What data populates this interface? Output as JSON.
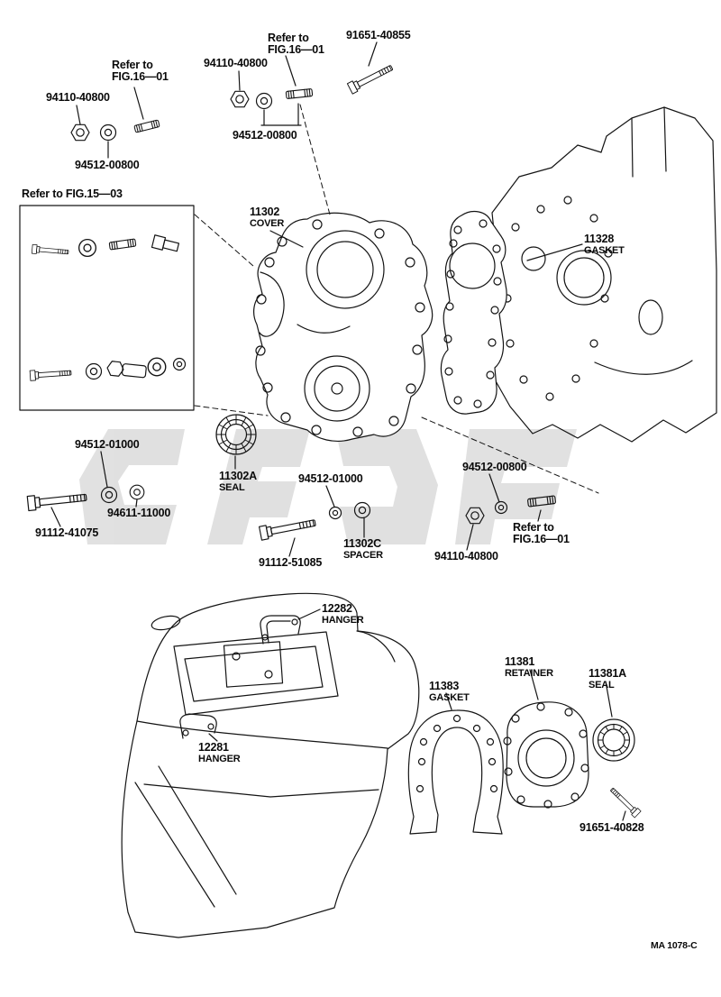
{
  "diagram": {
    "footer_code": "MA 1078-C",
    "colors": {
      "ink": "#141414",
      "watermark": "#c8c8c8"
    }
  },
  "callouts": {
    "fig16_a": {
      "l1": "Refer to",
      "l2": "FIG.16—01"
    },
    "p91651_40855": {
      "l1": "91651-40855"
    },
    "p94110_40800_a": {
      "l1": "94110-40800"
    },
    "fig16_b": {
      "l1": "Refer to",
      "l2": "FIG.16—01"
    },
    "p94110_40800_b": {
      "l1": "94110-40800"
    },
    "p94512_00800_a": {
      "l1": "94512-00800"
    },
    "p94512_00800_b": {
      "l1": "94512-00800"
    },
    "refer_fig15": {
      "l1": "Refer to FIG.15—03"
    },
    "p11302": {
      "l1": "11302",
      "l2": "COVER"
    },
    "p11328": {
      "l1": "11328",
      "l2": "GASKET"
    },
    "p94512_01000_a": {
      "l1": "94512-01000"
    },
    "p11302a": {
      "l1": "11302A",
      "l2": "SEAL"
    },
    "p94512_01000_b": {
      "l1": "94512-01000"
    },
    "p94512_00800_c": {
      "l1": "94512-00800"
    },
    "p94611_11000": {
      "l1": "94611-11000"
    },
    "p91112_41075": {
      "l1": "91112-41075"
    },
    "fig16_c": {
      "l1": "Refer to",
      "l2": "FIG.16—01"
    },
    "p11302c": {
      "l1": "11302C",
      "l2": "SPACER"
    },
    "p91112_51085": {
      "l1": "91112-51085"
    },
    "p94110_40800_c": {
      "l1": "94110-40800"
    },
    "p12282": {
      "l1": "12282",
      "l2": "HANGER"
    },
    "p12281": {
      "l1": "12281",
      "l2": "HANGER"
    },
    "p11383": {
      "l1": "11383",
      "l2": "GASKET"
    },
    "p11381": {
      "l1": "11381",
      "l2": "RETAINER"
    },
    "p11381a": {
      "l1": "11381A",
      "l2": "SEAL"
    },
    "p91651_40828": {
      "l1": "91651-40828"
    }
  }
}
